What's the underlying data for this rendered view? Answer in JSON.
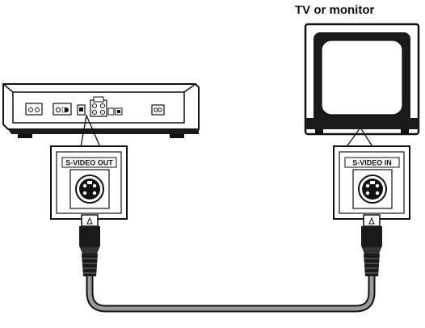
{
  "labels": {
    "tv_or_monitor": "TV or monitor",
    "svideo_out": "S-VIDEO OUT",
    "svideo_in": "S-VIDEO IN"
  },
  "colors": {
    "line": "#111111",
    "cable_gray": "#9a9a9a",
    "connector_black": "#1a1a1a",
    "screen_light": "#ffffff"
  }
}
